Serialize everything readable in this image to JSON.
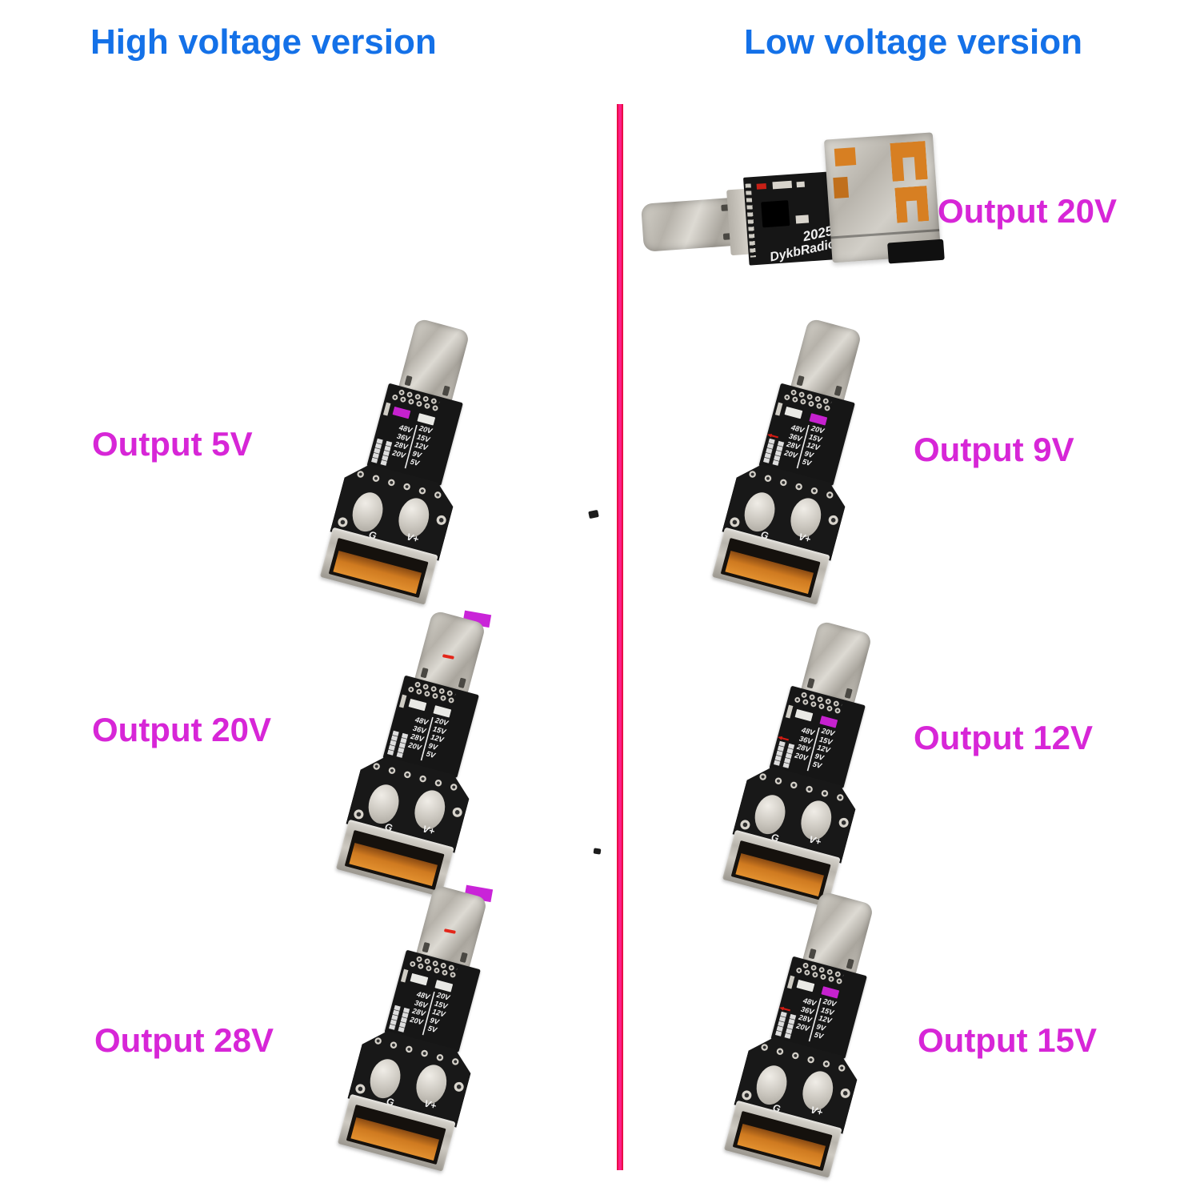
{
  "header": {
    "left_title": "High voltage version",
    "right_title": "Low voltage version",
    "title_color": "#1471e8"
  },
  "divider": {
    "outer_color": "#e2062c",
    "center_color": "#ff1e8c"
  },
  "labels": {
    "color": "#d726d7",
    "items": [
      {
        "id": "hv-5v",
        "text": "Output 5V"
      },
      {
        "id": "hv-20v",
        "text": "Output 20V"
      },
      {
        "id": "hv-28v",
        "text": "Output 28V"
      },
      {
        "id": "lv-20v",
        "text": "Output 20V"
      },
      {
        "id": "lv-9v",
        "text": "Output 9V"
      },
      {
        "id": "lv-12v",
        "text": "Output 12V"
      },
      {
        "id": "lv-15v",
        "text": "Output 15V"
      }
    ]
  },
  "pcb": {
    "left_voltages": [
      "48V",
      "36V",
      "28V",
      "20V"
    ],
    "right_voltages": [
      "20V",
      "15V",
      "12V",
      "9V",
      "5V"
    ],
    "ground_label": "G",
    "vplus_label": "V+",
    "year": "2025",
    "brand": "DykbRadio",
    "board_color": "#161616",
    "jumper_marker_color": "#c621cf",
    "usb_a_tongue_color": "#d2791f"
  },
  "devices": [
    {
      "id": "hv-5v",
      "column": "high-voltage",
      "output": "5V",
      "marker": "left-jumper-pad-magenta"
    },
    {
      "id": "hv-20v",
      "column": "high-voltage",
      "output": "20V",
      "marker": "floating-magenta-rect-and-red-dash"
    },
    {
      "id": "hv-28v",
      "column": "high-voltage",
      "output": "28V",
      "marker": "floating-magenta-rect-and-red-dash"
    },
    {
      "id": "lv-20v",
      "column": "low-voltage",
      "output": "20V",
      "marker": "none",
      "orientation": "horizontal"
    },
    {
      "id": "lv-9v",
      "column": "low-voltage",
      "output": "9V",
      "marker": "right-jumper-pad-magenta-red-arrow"
    },
    {
      "id": "lv-12v",
      "column": "low-voltage",
      "output": "12V",
      "marker": "right-jumper-pad-magenta-red-arrow"
    },
    {
      "id": "lv-15v",
      "column": "low-voltage",
      "output": "15V",
      "marker": "right-jumper-pad-magenta-red-arrow"
    }
  ]
}
